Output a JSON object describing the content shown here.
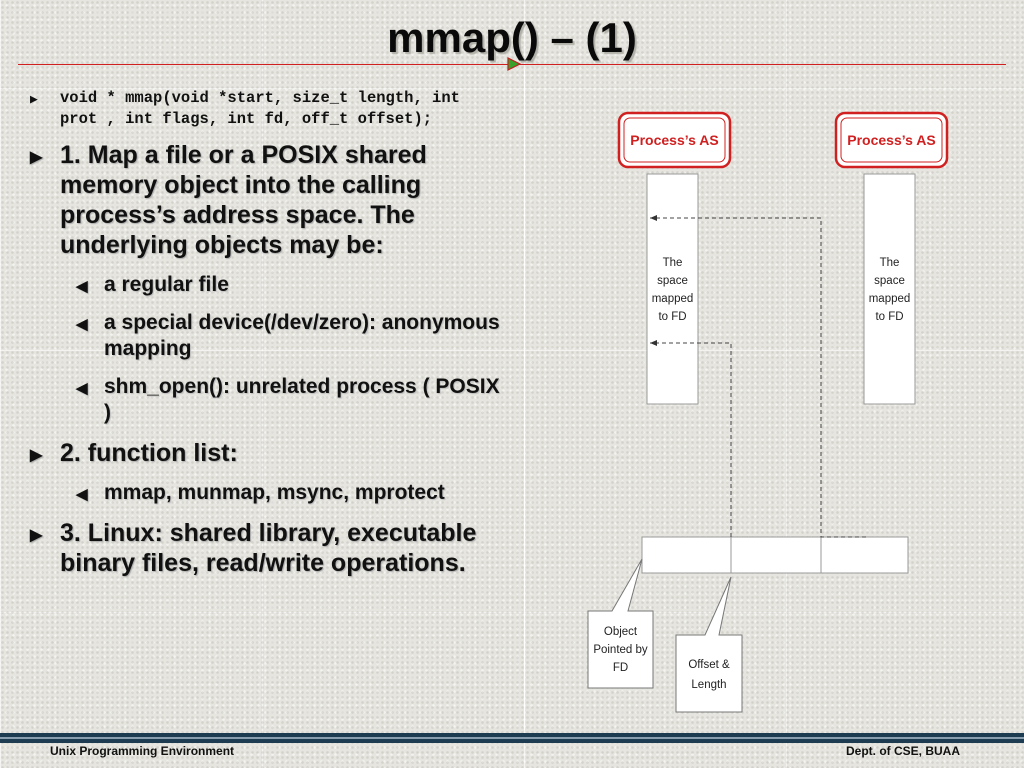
{
  "slide": {
    "title": "mmap() – (1)",
    "bullets": [
      {
        "kind": "code",
        "text": "void * mmap(void *start, size_t length, int prot , int flags, int fd, off_t offset);"
      },
      {
        "kind": "l1",
        "text": "1. Map a file or a POSIX shared memory object into the calling process’s address space. The underlying objects may be:"
      },
      {
        "kind": "l2",
        "text": "a regular file"
      },
      {
        "kind": "l2",
        "text": "a special device(/dev/zero): anonymous mapping"
      },
      {
        "kind": "l2",
        "text": "shm_open(): unrelated process ( POSIX )"
      },
      {
        "kind": "l1",
        "text": "2. function list:"
      },
      {
        "kind": "l2",
        "text": "mmap, munmap, msync, mprotect"
      },
      {
        "kind": "l1",
        "text": "3. Linux: shared library, executable binary files, read/write operations."
      }
    ]
  },
  "diagram": {
    "process_left_label": "Process’s AS",
    "process_right_label": "Process’s AS",
    "left_region_lines": [
      "The",
      "space",
      "mapped",
      "to FD"
    ],
    "right_region_lines": [
      "The",
      "space",
      "mapped",
      "to FD"
    ],
    "callout_object_lines": [
      "Object",
      "Pointed by",
      "FD"
    ],
    "callout_offset_lines": [
      "Offset &",
      "Length"
    ]
  },
  "footer": {
    "left": "Unix Programming Environment",
    "right": "Dept. of CSE, BUAA"
  },
  "colors": {
    "accent_red": "#d02020",
    "title_marker_green": "#3aa02a"
  }
}
